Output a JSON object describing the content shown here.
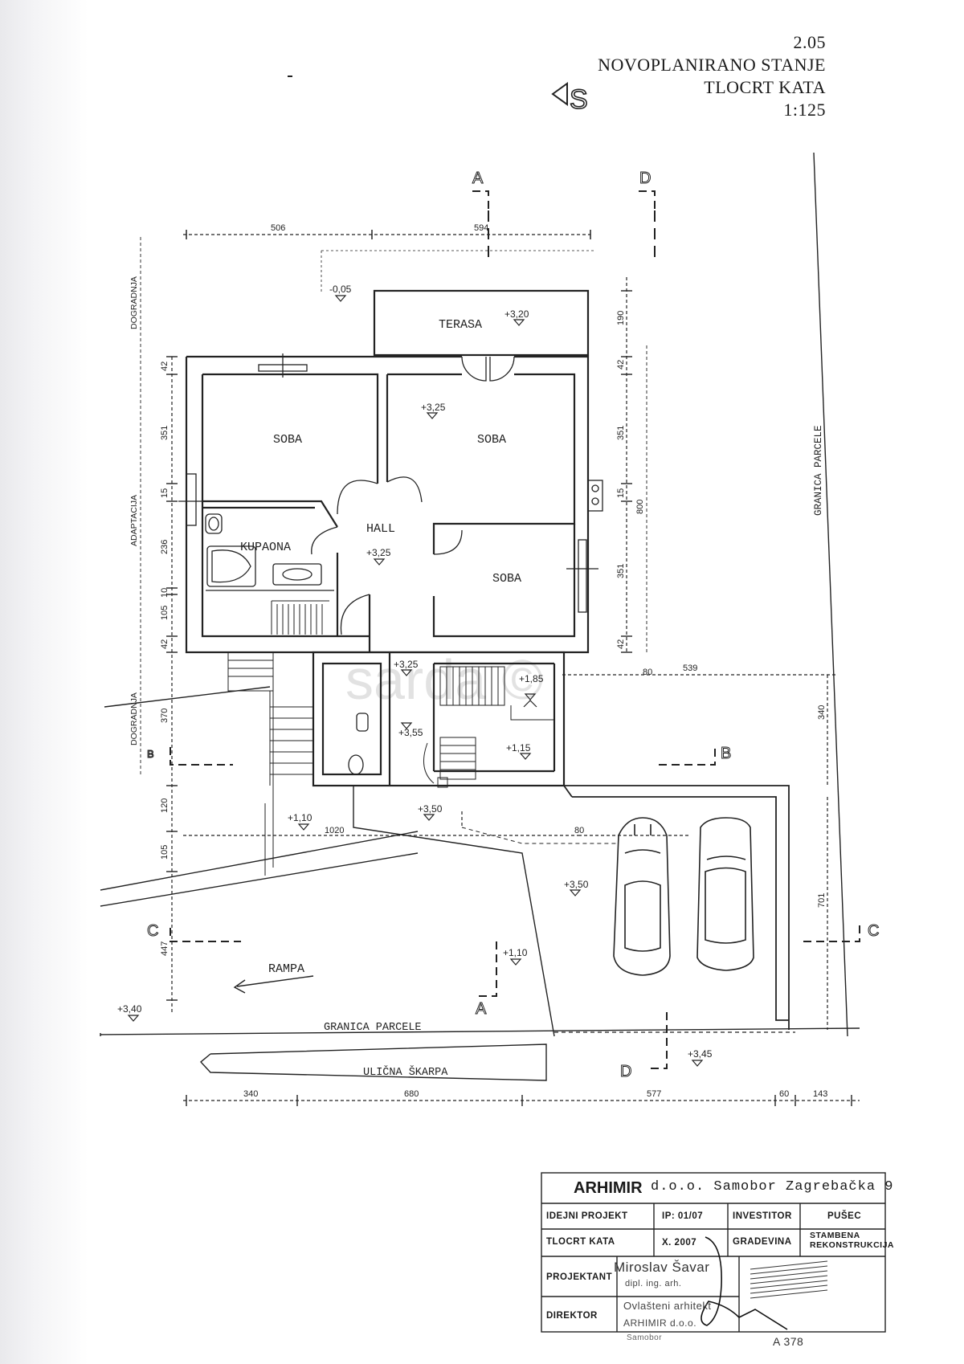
{
  "header": {
    "sheet_number": "2.05",
    "title_line1": "NOVOPLANIRANO STANJE",
    "title_line2": "TLOCRT KATA",
    "scale": "1:125",
    "north_symbol": "S"
  },
  "sections": {
    "A": "A",
    "B": "B",
    "C": "C",
    "D": "D"
  },
  "rooms": {
    "terasa": "TERASA",
    "soba_nw": "SOBA",
    "soba_ne": "SOBA",
    "soba_se": "SOBA",
    "hall": "HALL",
    "kupaona": "KUPAONA",
    "rampa": "RAMPA",
    "granica_parcele_right": "GRANICA PARCELE",
    "granica_parcele_bottom": "GRANICA PARCELE",
    "ulicna_skarpa": "ULIČNA ŠKARPA"
  },
  "levels": {
    "lvl_terrace": "+3,20",
    "lvl_minus": "-0,05",
    "lvl_soba_ne": "+3,25",
    "lvl_hall": "+3,25",
    "lvl_landing": "+3,25",
    "lvl_stair_top": "+1,85",
    "lvl_step": "+3,55",
    "lvl_stair_low": "+1,15",
    "lvl_entry": "+3,50",
    "lvl_yard_left": "+1,10",
    "lvl_parking": "+3,50",
    "lvl_ramp": "+1,10",
    "lvl_corner": "+3,40",
    "lvl_street": "+3,45"
  },
  "dimensions": {
    "top_506": "506",
    "top_594": "594",
    "left_42a": "42",
    "left_351": "351",
    "left_15": "15",
    "left_236": "236",
    "left_10": "10",
    "left_105a": "105",
    "left_42b": "42",
    "left_370": "370",
    "left_120": "120",
    "left_105b": "105",
    "left_447": "447",
    "right_190": "190",
    "right_42a": "42",
    "right_351a": "351",
    "right_15": "15",
    "right_800": "800",
    "right_351b": "351",
    "right_42b": "42",
    "mid_80a": "80",
    "mid_539": "539",
    "mid_1020": "1020",
    "mid_80b": "80",
    "far_340": "340",
    "far_701": "701",
    "bot_340": "340",
    "bot_680": "680",
    "bot_577": "577",
    "bot_60": "60",
    "bot_143": "143"
  },
  "side_labels": {
    "dogradnja_top": "DOGRADNJA",
    "adaptacija": "ADAPTACIJA",
    "dogradnja_bottom": "DOGRADNJA"
  },
  "watermark": "sarda ©",
  "title_block": {
    "company_logo": "ARHIMIR",
    "company_address": "d.o.o. Samobor Zagrebačka 9",
    "row1_col1": "IDEJNI PROJEKT",
    "row1_col2": "IP: 01/07",
    "row1_col3": "INVESTITOR",
    "row1_col4": "PUŠEC",
    "row2_col1": "TLOCRT KATA",
    "row2_col2": "X. 2007",
    "row2_col3": "GRADEVINA",
    "row2_col4_line1": "STAMBENA",
    "row2_col4_line2": "REKONSTRUKCIJA",
    "projektant_label": "PROJEKTANT",
    "projektant_name": "Miroslav Šavar",
    "projektant_title": "dipl. ing. arh.",
    "direktor_label": "DIREKTOR",
    "stamp_line1": "Ovlašteni arhitekt",
    "stamp_line2": "ARHIMIR d.o.o.",
    "stamp_line3": "Samobor",
    "stamp_number": "A 378"
  }
}
